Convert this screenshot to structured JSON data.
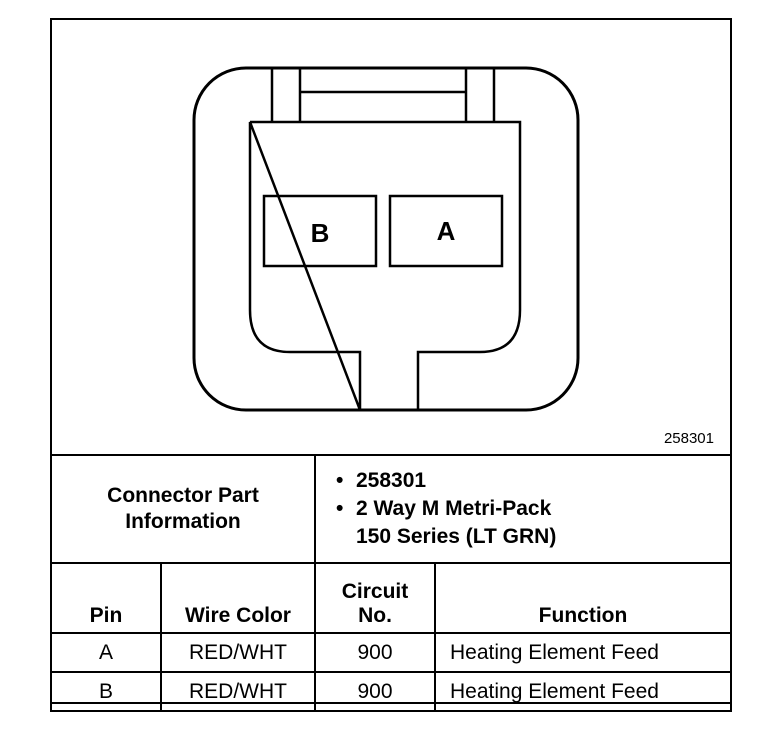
{
  "figure": {
    "id_label": "258301",
    "pins": [
      "B",
      "A"
    ]
  },
  "connector_info": {
    "title_line1": "Connector Part",
    "title_line2": "Information",
    "items": [
      {
        "line1": "258301"
      },
      {
        "line1": "2 Way M Metri-Pack",
        "line2": "150 Series (LT GRN)"
      }
    ]
  },
  "pin_table": {
    "headers": {
      "pin": "Pin",
      "wire_color": "Wire Color",
      "circuit_line1": "Circuit",
      "circuit_line2": "No.",
      "function": "Function"
    },
    "rows": [
      {
        "pin": "A",
        "wire_color": "RED/WHT",
        "circuit": "900",
        "function": "Heating Element Feed"
      },
      {
        "pin": "B",
        "wire_color": "RED/WHT",
        "circuit": "900",
        "function": "Heating Element Feed"
      }
    ]
  }
}
